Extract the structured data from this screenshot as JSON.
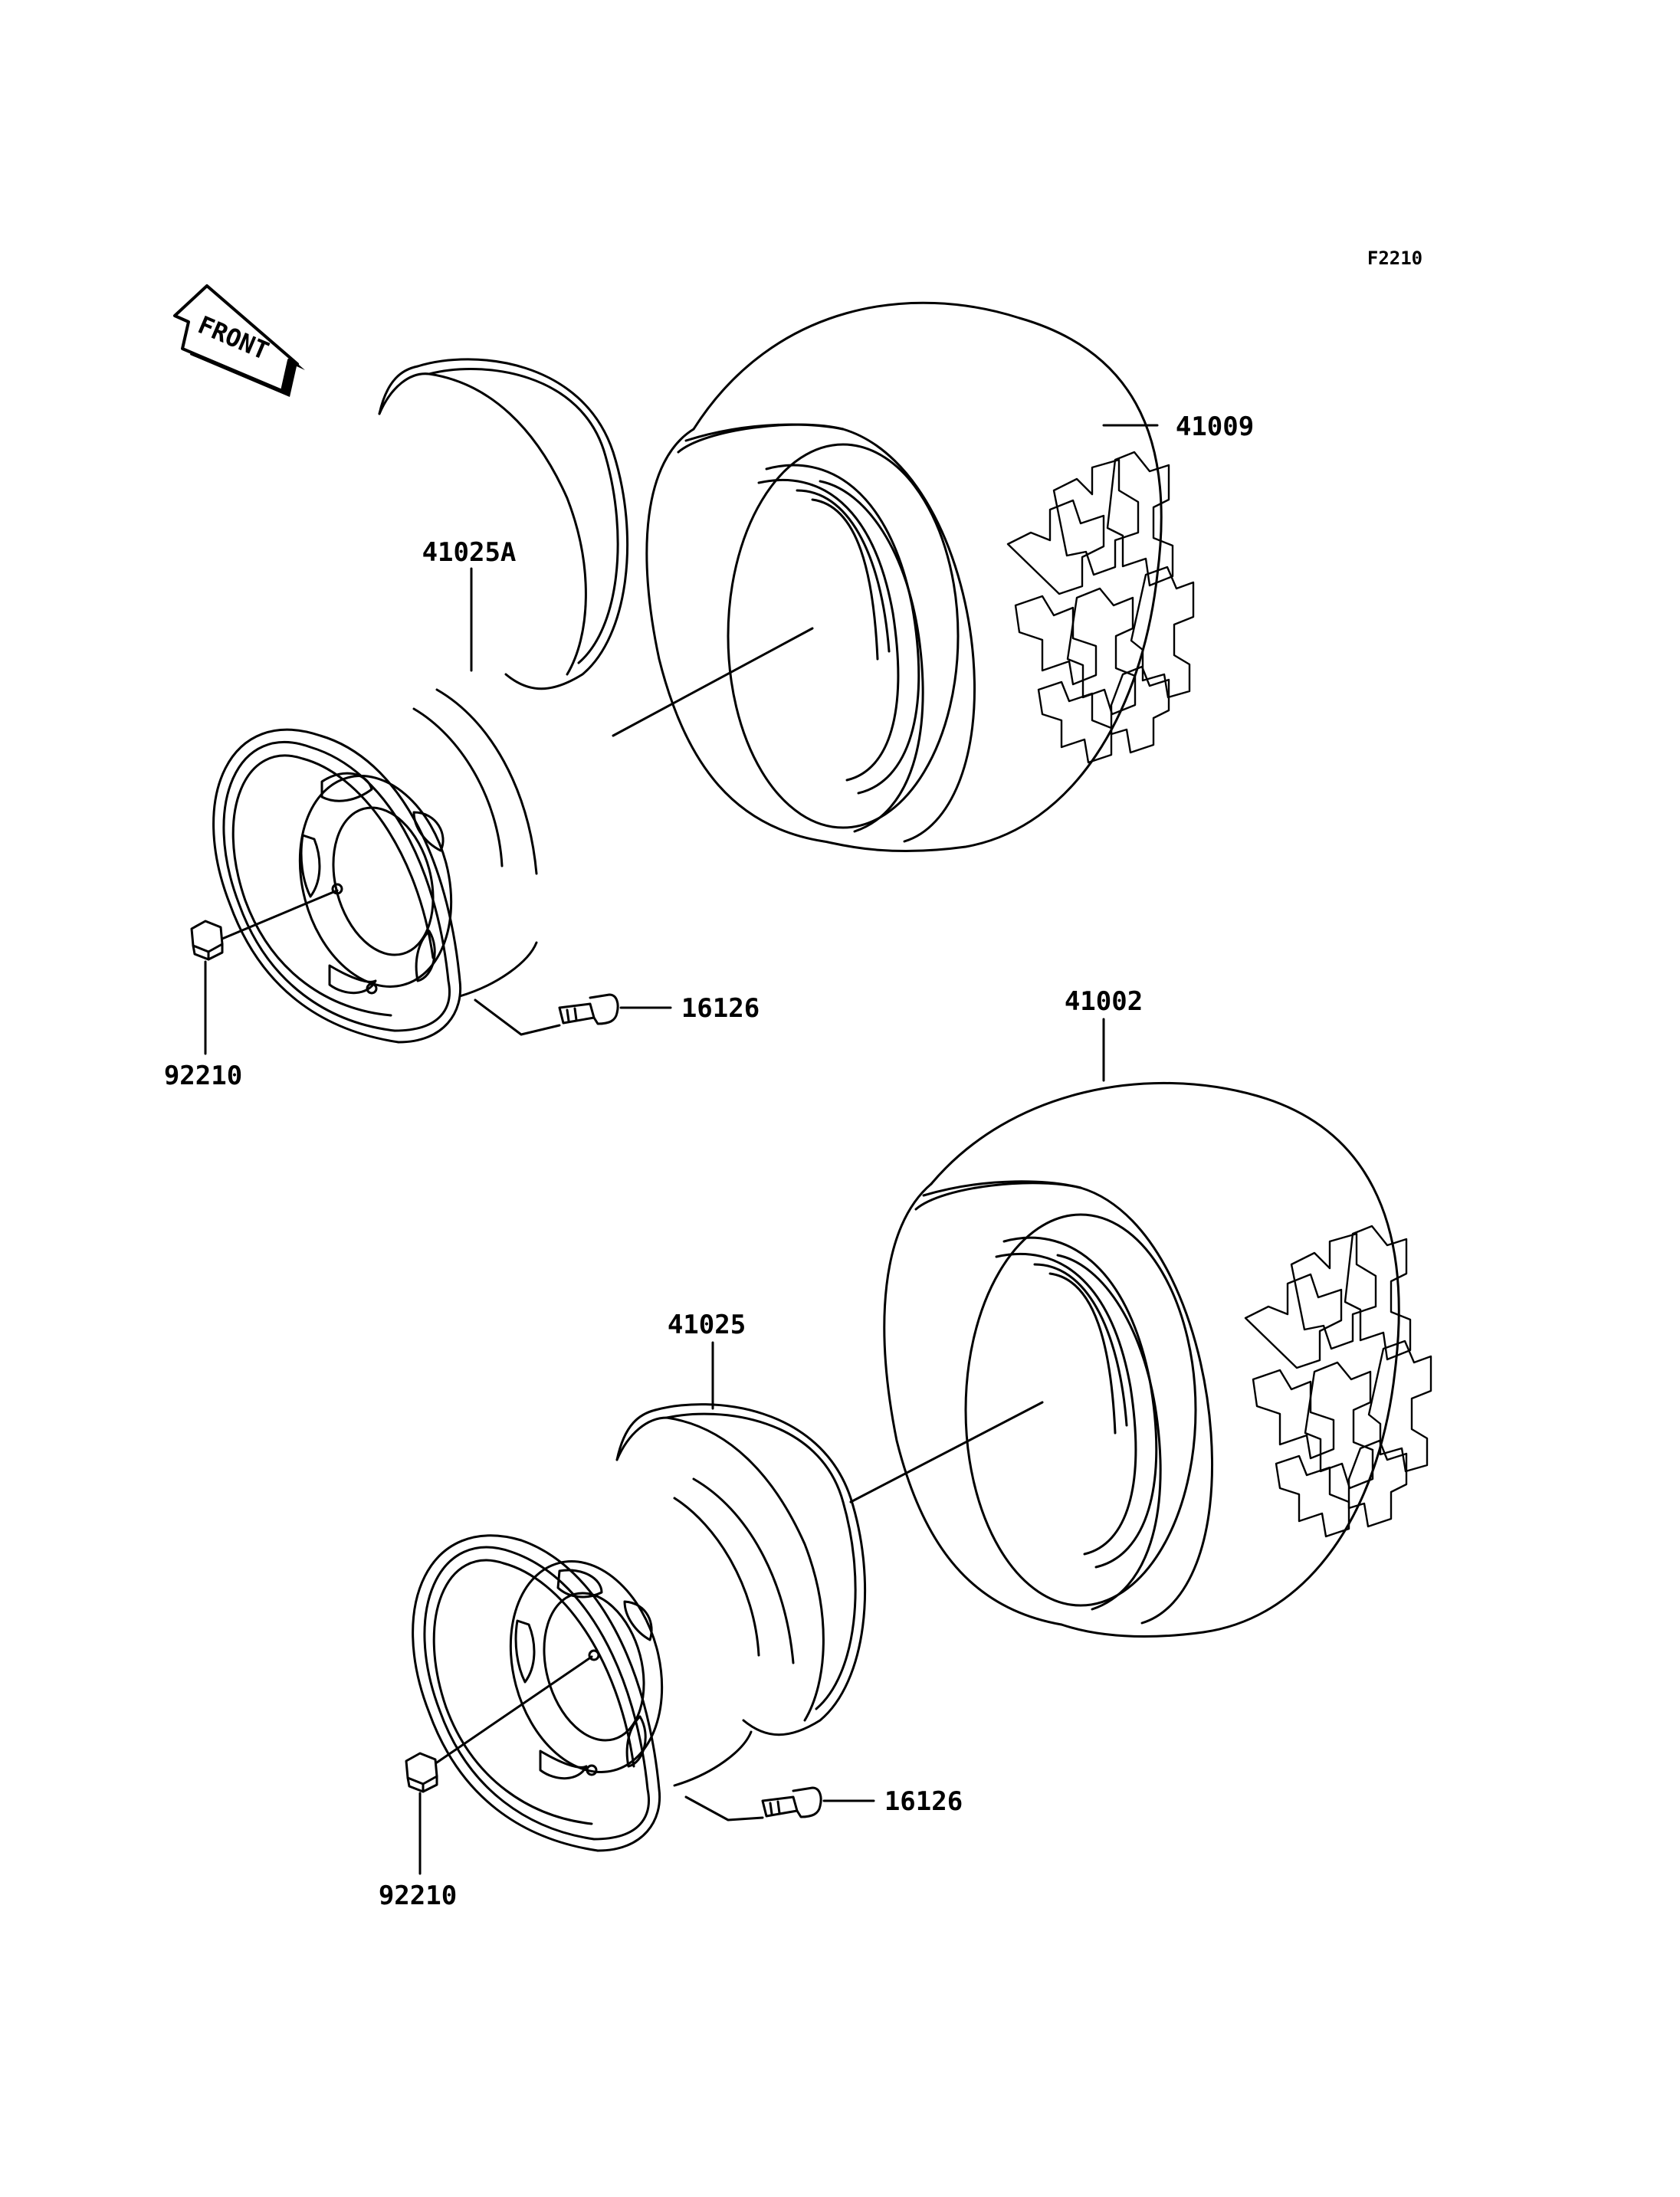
{
  "figure_code": "F2210",
  "front_arrow_label": "FRONT",
  "callouts": {
    "tire_upper": "41009",
    "rim_upper": "41025A",
    "valve_upper": "16126",
    "nut_upper": "92210",
    "tire_lower": "41002",
    "rim_lower": "41025",
    "valve_lower": "16126",
    "nut_lower": "92210"
  }
}
